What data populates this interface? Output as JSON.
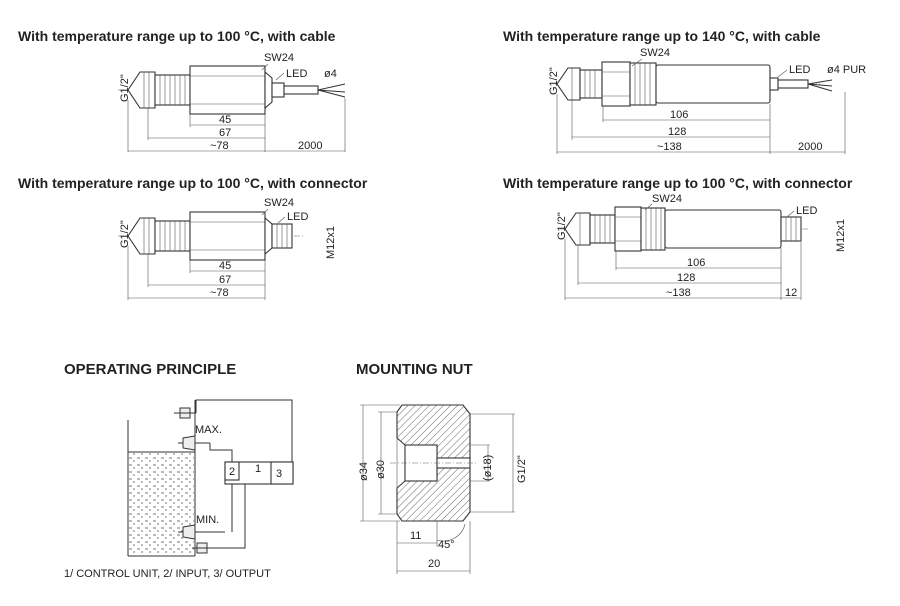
{
  "titles": {
    "cable_100": "With temperature range up to 100 °C, with cable",
    "cable_140": "With temperature range up to 140 °C, with cable",
    "conn_100_left": "With temperature range up to 100 °C, with connector",
    "conn_100_right": "With temperature range up to 100 °C, with connector",
    "operating": "OPERATING PRINCIPLE",
    "mounting": "MOUNTING NUT"
  },
  "d1": {
    "thread": "G1/2\"",
    "sw": "SW24",
    "led": "LED",
    "cable": "ø4",
    "d45": "45",
    "d67": "67",
    "d78": "~78",
    "d2000": "2000"
  },
  "d2": {
    "thread": "G1/2\"",
    "sw": "SW24",
    "led": "LED",
    "cable": "ø4 PUR",
    "d106": "106",
    "d128": "128",
    "d138": "~138",
    "d2000": "2000"
  },
  "d3": {
    "thread": "G1/2\"",
    "sw": "SW24",
    "led": "LED",
    "conn": "M12x1",
    "d45": "45",
    "d67": "67",
    "d78": "~78"
  },
  "d4": {
    "thread": "G1/2\"",
    "sw": "SW24",
    "led": "LED",
    "conn": "M12x1",
    "d106": "106",
    "d128": "128",
    "d138": "~138",
    "d12": "12"
  },
  "op": {
    "max": "MAX.",
    "min": "MIN.",
    "n1": "1",
    "n2": "2",
    "n3": "3",
    "legend": "1/ CONTROL UNIT, 2/ INPUT, 3/ OUTPUT"
  },
  "nut": {
    "d34": "ø34",
    "d30": "ø30",
    "d18": "(ø18)",
    "thread": "G1/2\"",
    "d11": "11",
    "angle": "45°",
    "d20": "20"
  }
}
